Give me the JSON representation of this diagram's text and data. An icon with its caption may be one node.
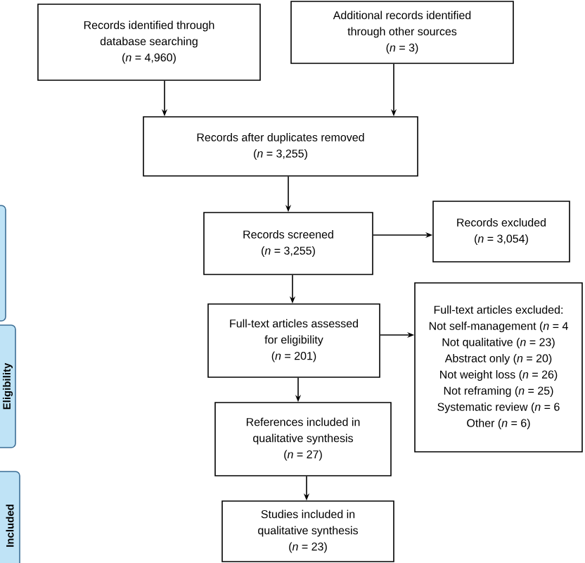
{
  "diagram": {
    "nodes": [
      {
        "text": [
          "Records identified through database searching",
          "(*n* = 4,960)"
        ]
      },
      {
        "text": [
          "Additional records identified through other sources",
          "(*n* = 3)"
        ]
      },
      {
        "text": [
          "Records after duplicates removed",
          "(*n* = 3,255)"
        ]
      },
      {
        "text": [
          "Records screened",
          "(*n* = 3,255)"
        ]
      },
      {
        "text": [
          "Records excluded",
          "(*n* = 3,054)"
        ]
      },
      {
        "text": [
          "Full-text articles assessed for eligibility",
          "(*n* = 201)"
        ]
      },
      {
        "text": [
          "Full-text articles excluded:",
          "Not self-management (*n* = 4",
          "Not qualitative (*n* = 23)",
          "Abstract only (*n* = 20)",
          "Not weight loss (*n* = 26)",
          "Not reframing (*n* = 25)",
          "Systematic review (*n* = 6",
          "Other (*n* = 6)"
        ]
      },
      {
        "text": [
          "References included in qualitative synthesis",
          "(*n* = 27)"
        ]
      },
      {
        "text": [
          "Studies included in qualitative synthesis",
          "(*n* = 23)"
        ]
      },
      {
        "text": [],
        "shape": "box"
      },
      {
        "text": [
          "Eligibility"
        ]
      },
      {
        "text": [
          "Included"
        ]
      }
    ],
    "edges": [
      {
        "from": 0,
        "to": 2,
        "arrow": "to"
      },
      {
        "from": 1,
        "to": 2,
        "arrow": "to"
      },
      {
        "from": 2,
        "to": 3,
        "arrow": "to"
      },
      {
        "from": 3,
        "to": 4,
        "arrow": "to"
      },
      {
        "from": 3,
        "to": 5,
        "arrow": "to"
      },
      {
        "from": 5,
        "to": 6,
        "arrow": "to"
      },
      {
        "from": 5,
        "to": 7,
        "arrow": "to"
      },
      {
        "from": 7,
        "to": 8,
        "arrow": "to"
      }
    ]
  }
}
